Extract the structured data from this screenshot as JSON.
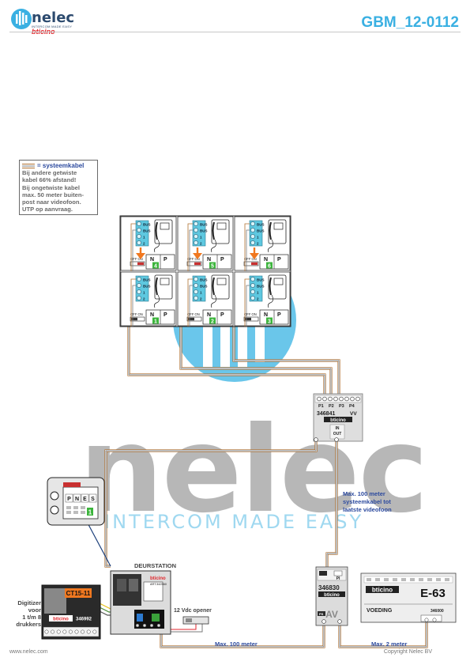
{
  "header": {
    "logo_text": "nelec",
    "logo_tagline": "INTERCOM MADE EASY",
    "logo_brand": "bticino",
    "doc_title": "GBM_12-0112"
  },
  "legend": {
    "title": "= systeemkabel",
    "lines": [
      "Bij andere getwiste",
      "kabel 66% afstand!",
      "Bij ongetwiste kabel",
      "max. 50 meter buiten-",
      "post naar videofoon.",
      "UTP op aanvraag."
    ]
  },
  "monitors": [
    {
      "number": "4"
    },
    {
      "number": "5"
    },
    {
      "number": "6"
    },
    {
      "number": "1"
    },
    {
      "number": "2"
    },
    {
      "number": "3"
    }
  ],
  "monitor_terms": [
    "BUS",
    "BUS",
    "1",
    "2"
  ],
  "monitor_np": [
    "N",
    "P"
  ],
  "monitor_switch": "OFF ON",
  "distributor": {
    "ports": [
      "P1",
      "P2",
      "P3",
      "P4"
    ],
    "model": "346841",
    "suffix": "VV",
    "brand": "bticino",
    "in_label": "IN",
    "out_label": "OUT"
  },
  "notes": {
    "syskabel": [
      "Max. 100 meter",
      "systeemkabel tot",
      "laatste videofoon"
    ],
    "max100": "Max. 100 meter",
    "max2": "Max. 2 meter"
  },
  "door_station": {
    "label": "DEURSTATION",
    "brand": "bticino",
    "part_no": "ART.342560"
  },
  "door_detail": {
    "letters": [
      "P",
      "N",
      "E",
      "S"
    ],
    "number": "1"
  },
  "opener": {
    "label": "12 Vdc opener"
  },
  "digitizer": {
    "label_lines": [
      "Digitizer",
      "voor",
      "1 t/m 8",
      "drukkers"
    ],
    "badge": "CT15-11",
    "brand": "bticino",
    "model": "346992"
  },
  "av_module": {
    "pi_label": "PI",
    "model": "346830",
    "brand": "bticino",
    "tag": "AV",
    "ps_label": "PS"
  },
  "power_supply": {
    "brand": "bticino",
    "model_big": "E-63",
    "label": "VOEDING",
    "part_no": "346000"
  },
  "footer": {
    "url": "www.nelec.com",
    "copyright": "Copyright Nelec BV"
  },
  "watermark": {
    "big": "nelec",
    "tagline": "INTERCOM MADE EASY"
  },
  "colors": {
    "accent_blue": "#3ab0e2",
    "brand_red": "#e0262c",
    "cable_brown": "#b07030",
    "cable_grey": "#7a7a7a",
    "arrow_orange": "#f07820",
    "term_cyan": "#5ec8e0",
    "label_green": "#3cb43c"
  }
}
